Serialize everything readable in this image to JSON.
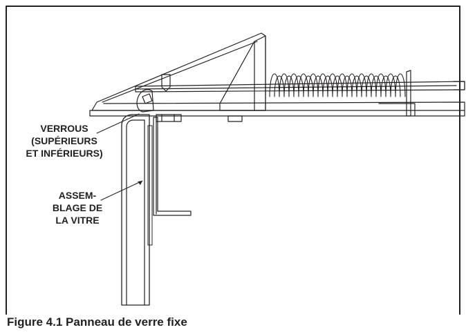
{
  "labels": {
    "verrous_line1": "VERROUS",
    "verrous_line2": "(SUPÉRIEURS",
    "verrous_line3": "ET INFÉRIEURS)",
    "assemblage_line1": "ASSEM-",
    "assemblage_line2": "BLAGE DE",
    "assemblage_line3": "LA VITRE"
  },
  "caption": "Figure 4.1 Panneau de verre fixe",
  "colors": {
    "line": "#231f20",
    "background": "#ffffff"
  }
}
